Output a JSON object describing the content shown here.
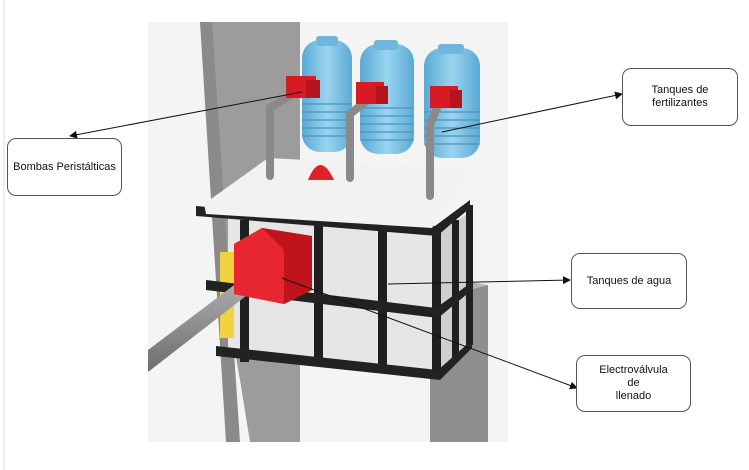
{
  "labels": {
    "bombas": "Bombas Peristálticas",
    "tanques_fert_line1": "Tanques de",
    "tanques_fert_line2": "fertilizantes",
    "tanques_agua": "Tanques de agua",
    "electro_line1": "Electroválvula",
    "electro_line2": "de",
    "electro_line3": "llenado"
  },
  "colors": {
    "frame": "#222222",
    "pump_red": "#e0202a",
    "bottle_blue": "#7fc3e6",
    "pipe_gray": "#8a8a8a",
    "wall_gray": "#9b9b9b",
    "tank_white": "#e8e8e8",
    "yellow_panel": "#f0d23c",
    "background": "#f4f4f4"
  }
}
